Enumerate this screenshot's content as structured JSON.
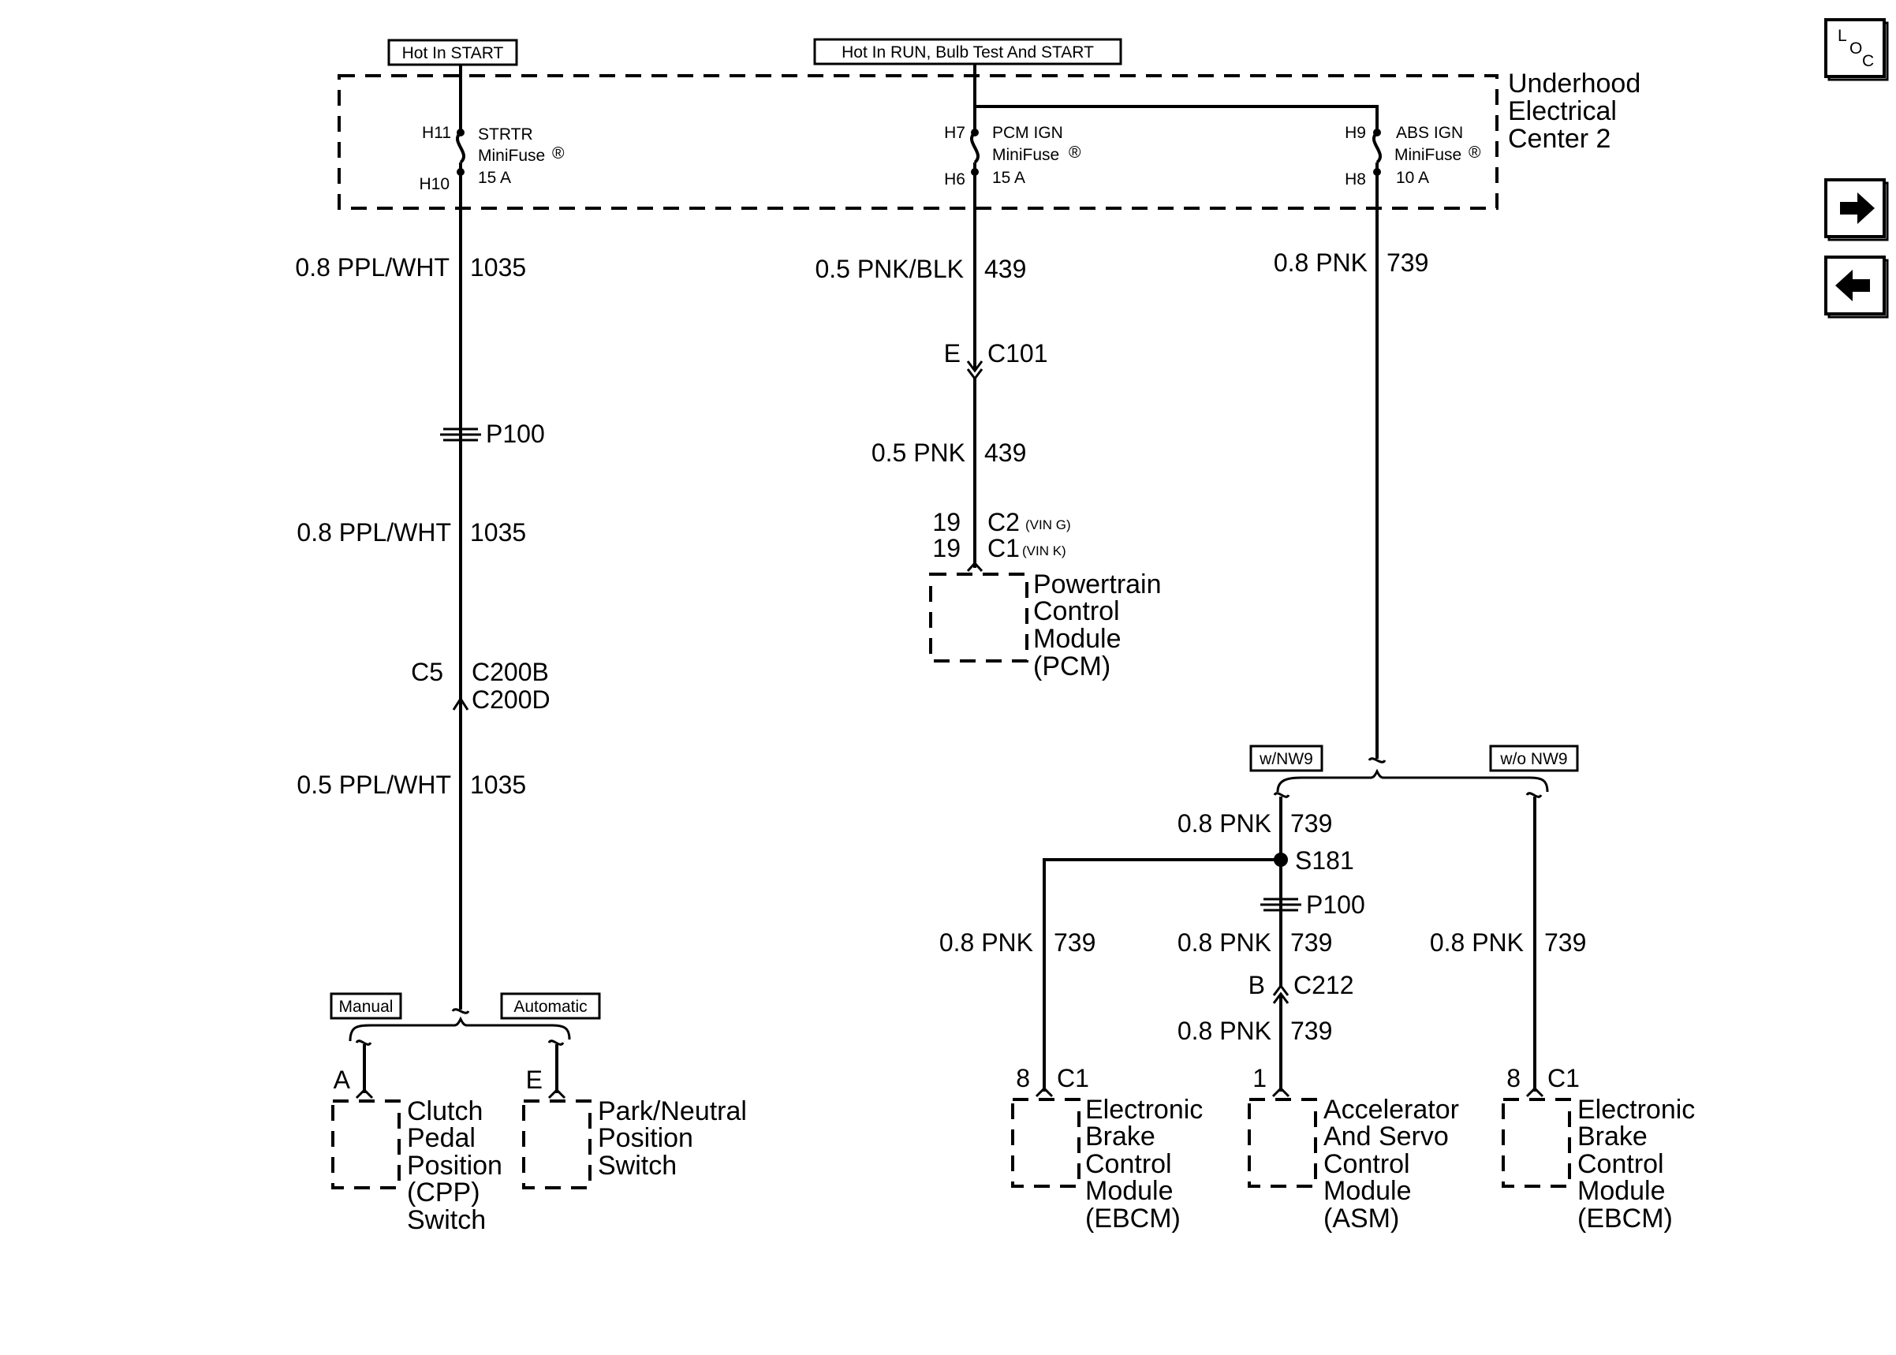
{
  "top_tags": {
    "hot_start": "Hot In START",
    "hot_run": "Hot In RUN, Bulb Test And START"
  },
  "fuse_block": {
    "name_line1": "Underhood",
    "name_line2": "Electrical",
    "name_line3": "Center 2"
  },
  "fuses": [
    {
      "pin_in": "H11",
      "pin_out": "H10",
      "name": "STRTR",
      "type": "MiniFuse",
      "mark": "®",
      "rating": "15 A"
    },
    {
      "pin_in": "H7",
      "pin_out": "H6",
      "name": "PCM IGN",
      "type": "MiniFuse",
      "mark": "®",
      "rating": "15 A"
    },
    {
      "pin_in": "H9",
      "pin_out": "H8",
      "name": "ABS IGN",
      "type": "MiniFuse",
      "mark": "®",
      "rating": "10 A"
    }
  ],
  "left_circuit": {
    "wire1": {
      "gauge": "0.8 PPL/WHT",
      "circuit": "1035"
    },
    "pass_through": "P100",
    "wire2": {
      "gauge": "0.8 PPL/WHT",
      "circuit": "1035"
    },
    "connector_pin": "C5",
    "connector_a": "C200B",
    "connector_b": "C200D",
    "wire3": {
      "gauge": "0.5 PPL/WHT",
      "circuit": "1035"
    },
    "option_manual": "Manual",
    "option_automatic": "Automatic",
    "cpp_pin": "A",
    "cpp_lines": [
      "Clutch",
      "Pedal",
      "Position",
      "(CPP)",
      "Switch"
    ],
    "pnp_pin": "E",
    "pnp_lines": [
      "Park/Neutral",
      "Position",
      "Switch"
    ]
  },
  "middle_circuit": {
    "wire1": {
      "gauge": "0.5 PNK/BLK",
      "circuit": "439"
    },
    "connector_pin": "E",
    "connector": "C101",
    "wire2": {
      "gauge": "0.5 PNK",
      "circuit": "439"
    },
    "pin_c2": "19",
    "conn_c2": "C2",
    "note_c2": "(VIN G)",
    "pin_c1": "19",
    "conn_c1": "C1",
    "note_c1": "(VIN K)",
    "pcm_lines": [
      "Powertrain",
      "Control",
      "Module",
      "(PCM)"
    ]
  },
  "right_circuit": {
    "wire1": {
      "gauge": "0.8 PNK",
      "circuit": "739"
    },
    "option_with": "w/NW9",
    "option_without": "w/o NW9",
    "wire2": {
      "gauge": "0.8 PNK",
      "circuit": "739"
    },
    "splice": "S181",
    "pass_through": "P100",
    "wire_ebcm": {
      "gauge": "0.8 PNK",
      "circuit": "739"
    },
    "wire_asm1": {
      "gauge": "0.8 PNK",
      "circuit": "739"
    },
    "asm_connector_pin": "B",
    "asm_connector": "C212",
    "wire_asm2": {
      "gauge": "0.8 PNK",
      "circuit": "739"
    },
    "wire_ebcm2": {
      "gauge": "0.8 PNK",
      "circuit": "739"
    },
    "ebcm1_pin": "8",
    "ebcm1_conn": "C1",
    "ebcm1_lines": [
      "Electronic",
      "Brake",
      "Control",
      "Module",
      "(EBCM)"
    ],
    "asm_pin": "1",
    "asm_lines": [
      "Accelerator",
      "And Servo",
      "Control",
      "Module",
      "(ASM)"
    ],
    "ebcm2_pin": "8",
    "ebcm2_conn": "C1",
    "ebcm2_lines": [
      "Electronic",
      "Brake",
      "Control",
      "Module",
      "(EBCM)"
    ]
  },
  "nav": {
    "loc_l": "L",
    "loc_o": "O",
    "loc_c": "C",
    "next_icon": "arrow-right-icon",
    "prev_icon": "arrow-left-icon"
  }
}
